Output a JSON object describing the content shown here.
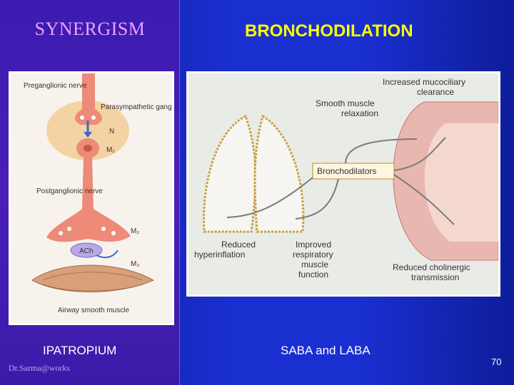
{
  "slide": {
    "title_left": "SYNERGISM",
    "title_right": "BRONCHODILATION",
    "caption_left": "IPATROPIUM",
    "caption_right": "SABA and LABA",
    "author": "Dr.Sarma@works",
    "page_number": "70"
  },
  "diagram_left": {
    "preganglionic": "Preganglionic nerve",
    "parasympathetic": "Parasympathetic ganglion",
    "n_receptor": "N",
    "m1_receptor": "M₁",
    "postganglionic": "Postganglionic nerve",
    "m2_receptor": "M₂",
    "ach": "ACh",
    "m3_receptor": "M₃",
    "muscle": "Airway smooth muscle"
  },
  "diagram_right": {
    "mucociliary_1": "Increased mucociliary",
    "mucociliary_2": "clearance",
    "smooth_1": "Smooth muscle",
    "smooth_2": "relaxation",
    "bronchodilators": "Bronchodilators",
    "hyper_1": "Reduced",
    "hyper_2": "hyperinflation",
    "resp_1": "Improved",
    "resp_2": "respiratory",
    "resp_3": "muscle",
    "resp_4": "function",
    "chol_1": "Reduced cholinergic",
    "chol_2": "transmission"
  },
  "colors": {
    "title_left": "#f0a0ff",
    "title_right": "#ffff00",
    "background": "#1a2fd0",
    "left_panel": "#4a1fb8"
  }
}
